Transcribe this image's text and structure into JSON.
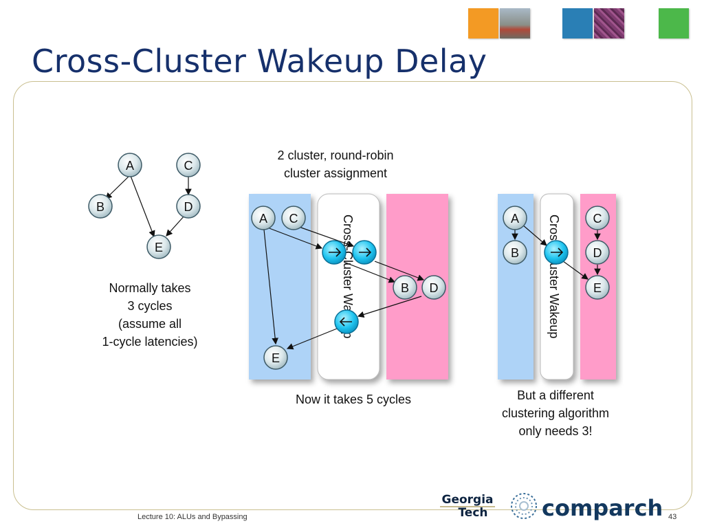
{
  "slide": {
    "title": "Cross-Cluster Wakeup Delay",
    "footer_left": "Lecture 10: ALUs and Bypassing",
    "page_number": "43"
  },
  "header_squares": {
    "colors": [
      "#f39a24",
      "#2a7fb5",
      "#4cb84a"
    ]
  },
  "captions": {
    "left": [
      "Normally takes",
      "3 cycles",
      "(assume all",
      "1-cycle latencies)"
    ],
    "middle_top": [
      "2 cluster, round-robin",
      "cluster assignment"
    ],
    "middle_bottom": "Now it takes 5 cycles",
    "right": [
      "But a different",
      "clustering algorithm",
      "only needs 3!"
    ]
  },
  "graph": {
    "nodes": [
      "A",
      "B",
      "C",
      "D",
      "E"
    ]
  },
  "middle_diagram": {
    "nodes": [
      "A",
      "C",
      "B",
      "D",
      "E"
    ],
    "column_label": "Cross-Cluster Wakeup",
    "cluster_colors": [
      "#aed3f7",
      "#ff9cc9"
    ]
  },
  "right_diagram": {
    "nodes": [
      "A",
      "B",
      "C",
      "D",
      "E"
    ],
    "column_label": "Cross-Cluster Wakeup",
    "cluster_colors": [
      "#aed3f7",
      "#ff9cc9"
    ]
  },
  "logos": {
    "georgia_tech": [
      "Georgia",
      "Tech"
    ],
    "comparch": "comparch"
  }
}
